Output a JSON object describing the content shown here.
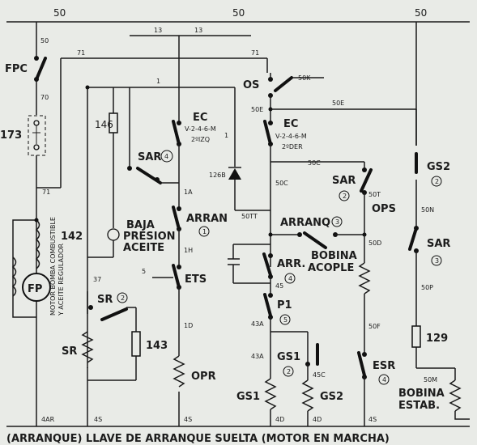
{
  "wires": {
    "w_top": "50",
    "w_top_mid": "50",
    "w_top_right": "50",
    "w13a": "13",
    "w13b": "13",
    "w71a": "71",
    "w71b": "71",
    "w71c": "71",
    "w70": "70",
    "w1a": "1",
    "w1b": "1",
    "w50k": "50K",
    "w50e": "50E",
    "w50e2": "50E",
    "w126b": "126B",
    "w1A": "1A",
    "w1H": "1H",
    "w5": "5",
    "w50c": "50C",
    "w50c2": "50C",
    "w50t": "50T",
    "w50tt": "50TT",
    "w50n": "50N",
    "w50d": "50D",
    "w50p": "50P",
    "w50f": "50F",
    "w50m": "50M",
    "w37": "37",
    "w1D": "1D",
    "w43a": "43A",
    "w43a2": "43A",
    "w45c": "45C",
    "w45": "45",
    "b4ar": "4AR",
    "b4s1": "4S",
    "b4s2": "4S",
    "b4d1": "4D",
    "b4d2": "4D",
    "b4s3": "4S"
  },
  "labels": {
    "fpc": "FPC",
    "n173": "173",
    "n142": "142",
    "fp": "FP",
    "motor1": "MOTOR BOMBA COMBUSTIBLE",
    "motor2": "Y ACEITE REGULADOR",
    "n146": "146",
    "sar4": "SAR",
    "sar4n": "4",
    "baja1": "BAJA",
    "baja2": "PRESION",
    "baja3": "ACEITE",
    "os": "OS",
    "ec1": "EC",
    "ec1a": "V-2-4-6-M",
    "ec1b": "2ºIZQ",
    "ec2": "EC",
    "ec2a": "V-2-4-6-M",
    "ec2b": "2ºDER",
    "arran": "ARRAN",
    "arrann": "1",
    "ets": "ETS",
    "sr2": "SR",
    "sr2n": "2",
    "sr": "SR",
    "n143": "143",
    "opr": "OPR",
    "sar2": "SAR",
    "sar2n": "2",
    "ops": "OPS",
    "arranq": "ARRANQ",
    "arranqn": "3",
    "arr": "ARR.",
    "arrn": "4",
    "bob1": "BOBINA",
    "bob2": "ACOPLE",
    "p1": "P1",
    "p1n": "5",
    "gs1": "GS1",
    "gs1n": "2",
    "gs1b": "GS1",
    "gs2b": "GS2",
    "esr": "ESR",
    "esrn": "4",
    "gs2": "GS2",
    "gs2n": "2",
    "sar3": "SAR",
    "sar3n": "3",
    "n129": "129",
    "bob3": "BOBINA",
    "bob4": "ESTAB."
  },
  "caption": "(ARRANQUE) LLAVE DE ARRANQUE SUELTA (MOTOR EN MARCHA)"
}
